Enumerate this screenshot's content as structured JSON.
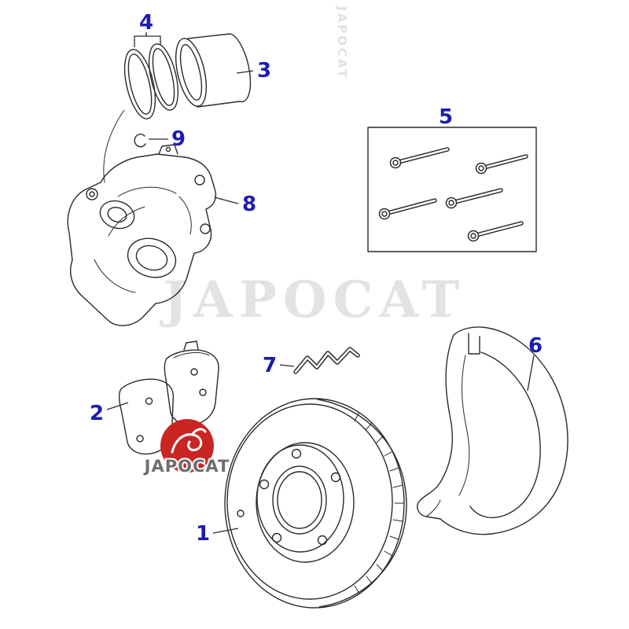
{
  "diagram": {
    "watermark": "JAPOCAT",
    "corner_watermark": "JAPOCAT",
    "logo": {
      "text": "JAPOCAT"
    },
    "colors": {
      "background": "#ffffff",
      "line": "#2a2a2a",
      "label": "#1c1cb0",
      "watermark": "#e3e3e3",
      "logo-red": "#c92522",
      "logo-text": "#6f6f6f"
    },
    "callouts": [
      {
        "number": "1",
        "part": "brake-disc"
      },
      {
        "number": "2",
        "part": "brake-pads"
      },
      {
        "number": "3",
        "part": "caliper-piston"
      },
      {
        "number": "4",
        "part": "piston-seal-kit"
      },
      {
        "number": "5",
        "part": "retaining-pin-kit"
      },
      {
        "number": "6",
        "part": "splash-shield"
      },
      {
        "number": "7",
        "part": "anti-rattle-spring"
      },
      {
        "number": "8",
        "part": "brake-caliper"
      },
      {
        "number": "9",
        "part": "seal-ring"
      }
    ]
  }
}
